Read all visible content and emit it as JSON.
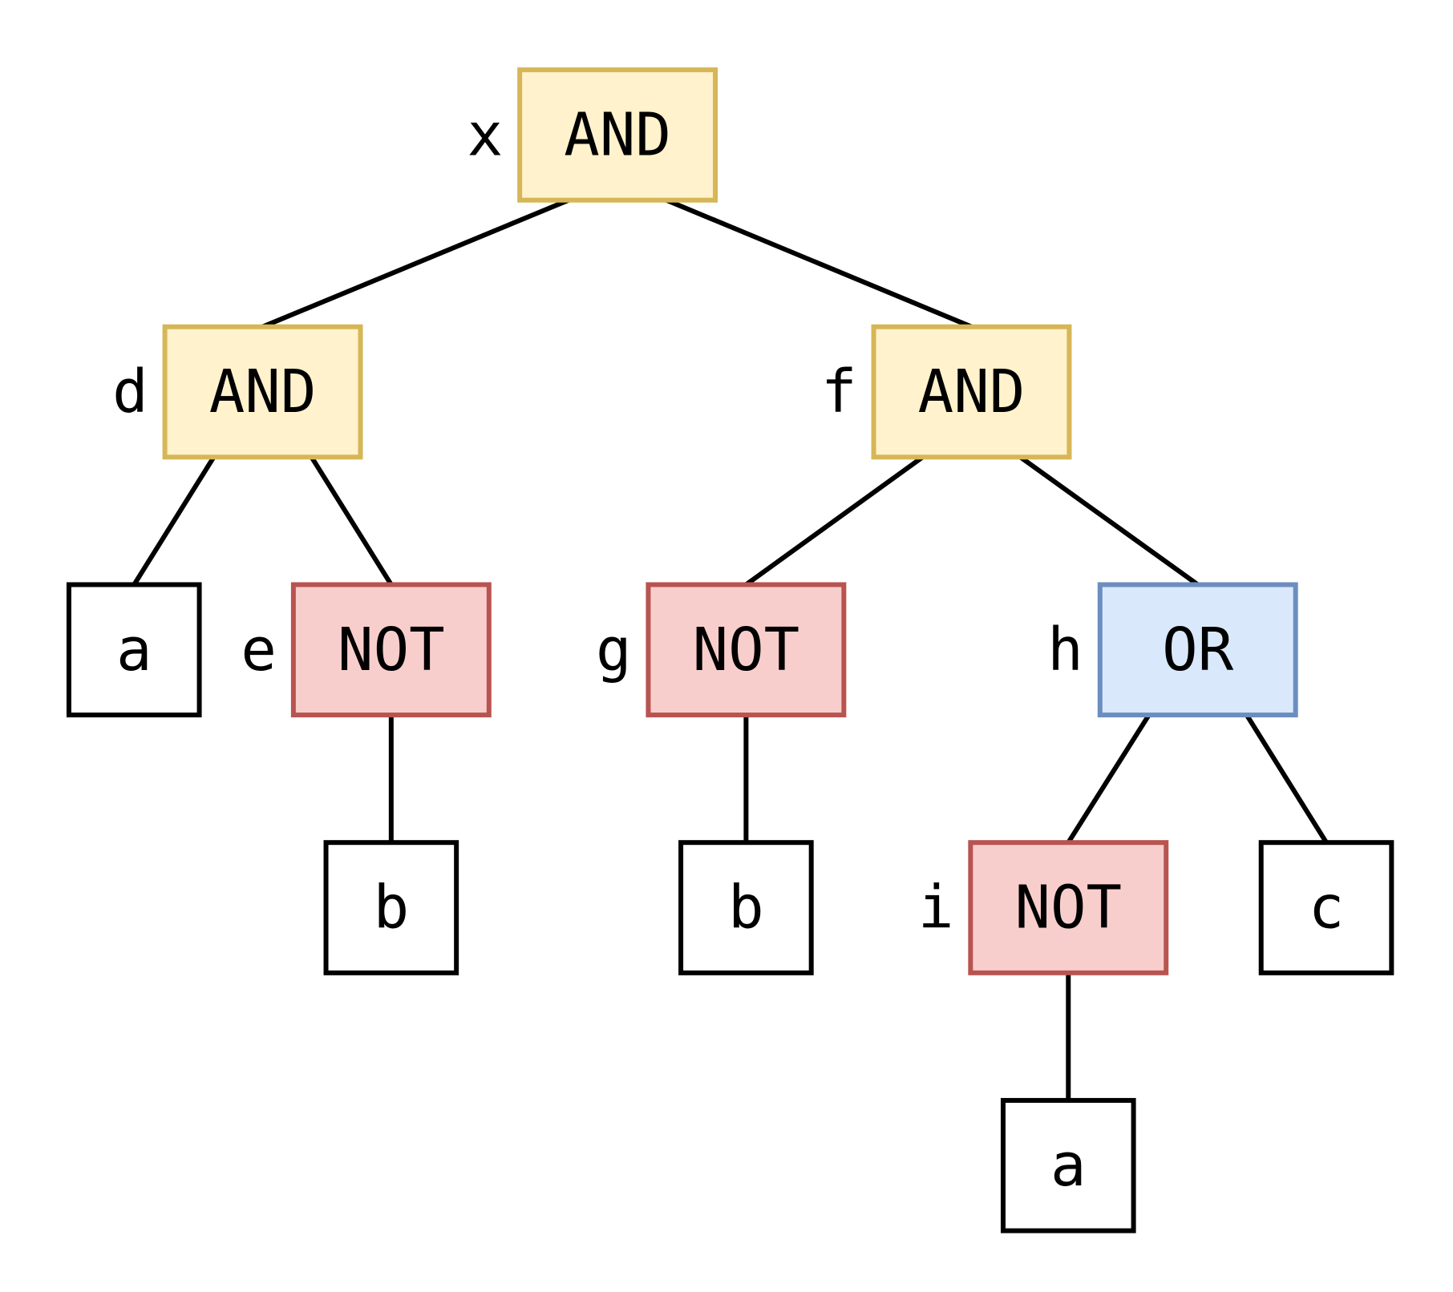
{
  "colors": {
    "and": {
      "fill": "#fff2cc",
      "stroke": "#d6b656"
    },
    "not": {
      "fill": "#f8cecc",
      "stroke": "#b85450"
    },
    "or": {
      "fill": "#dae8fc",
      "stroke": "#6c8ebf"
    },
    "leaf": {
      "fill": "#ffffff",
      "stroke": "#000000"
    },
    "edge": "#000000"
  },
  "nodes": [
    {
      "id": "x",
      "label": "AND",
      "name": "x",
      "kind": "and"
    },
    {
      "id": "d",
      "label": "AND",
      "name": "d",
      "kind": "and"
    },
    {
      "id": "f",
      "label": "AND",
      "name": "f",
      "kind": "and"
    },
    {
      "id": "a1",
      "label": "a",
      "name": "",
      "kind": "leaf"
    },
    {
      "id": "e",
      "label": "NOT",
      "name": "e",
      "kind": "not"
    },
    {
      "id": "g",
      "label": "NOT",
      "name": "g",
      "kind": "not"
    },
    {
      "id": "h",
      "label": "OR",
      "name": "h",
      "kind": "or"
    },
    {
      "id": "b1",
      "label": "b",
      "name": "",
      "kind": "leaf"
    },
    {
      "id": "b2",
      "label": "b",
      "name": "",
      "kind": "leaf"
    },
    {
      "id": "i",
      "label": "NOT",
      "name": "i",
      "kind": "not"
    },
    {
      "id": "c",
      "label": "c",
      "name": "",
      "kind": "leaf"
    },
    {
      "id": "a2",
      "label": "a",
      "name": "",
      "kind": "leaf"
    }
  ],
  "edges": [
    {
      "from": "x",
      "to": "d"
    },
    {
      "from": "x",
      "to": "f"
    },
    {
      "from": "d",
      "to": "a1"
    },
    {
      "from": "d",
      "to": "e"
    },
    {
      "from": "e",
      "to": "b1"
    },
    {
      "from": "f",
      "to": "g"
    },
    {
      "from": "f",
      "to": "h"
    },
    {
      "from": "g",
      "to": "b2"
    },
    {
      "from": "h",
      "to": "i"
    },
    {
      "from": "h",
      "to": "c"
    },
    {
      "from": "i",
      "to": "a2"
    }
  ]
}
